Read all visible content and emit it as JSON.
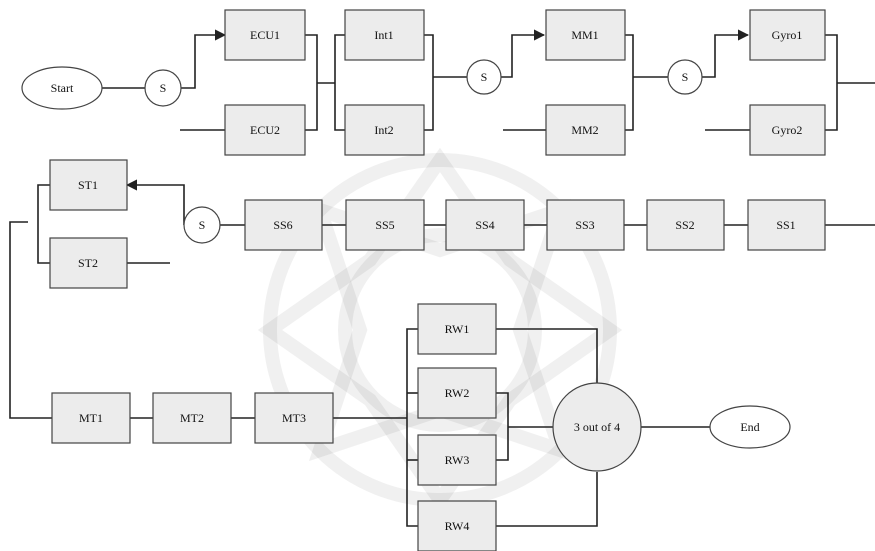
{
  "diagram": {
    "start": "Start",
    "end": "End",
    "switches": [
      "S",
      "S",
      "S",
      "S"
    ],
    "ecu": [
      "ECU1",
      "ECU2"
    ],
    "int": [
      "Int1",
      "Int2"
    ],
    "mm": [
      "MM1",
      "MM2"
    ],
    "gyro": [
      "Gyro1",
      "Gyro2"
    ],
    "st": [
      "ST1",
      "ST2"
    ],
    "ss": [
      "SS6",
      "SS5",
      "SS4",
      "SS3",
      "SS2",
      "SS1"
    ],
    "mt": [
      "MT1",
      "MT2",
      "MT3"
    ],
    "rw": [
      "RW1",
      "RW2",
      "RW3",
      "RW4"
    ],
    "voter": "3 out of 4",
    "colors": {
      "box_fill": "#ececec",
      "stroke": "#444444",
      "wire": "#222222"
    }
  }
}
